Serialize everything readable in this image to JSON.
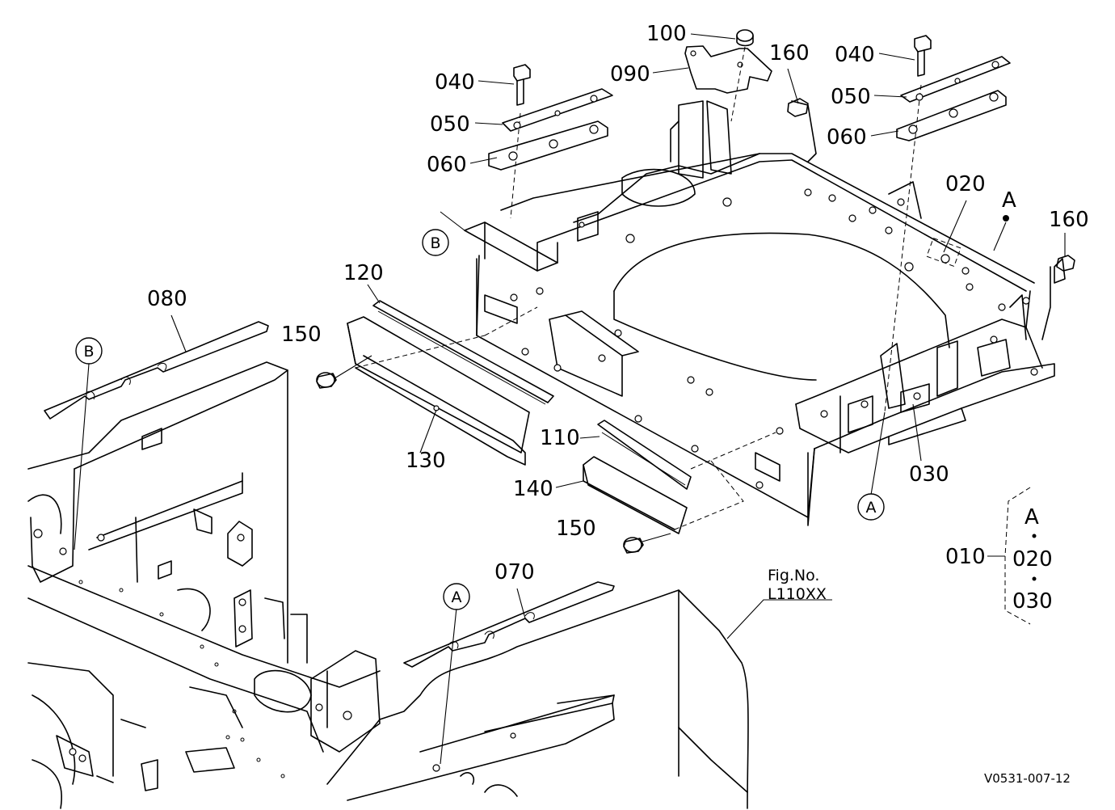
{
  "labels": {
    "p100": "100",
    "p090": "090",
    "p160_top": "160",
    "p040_left": "040",
    "p050_left": "050",
    "p060_left": "060",
    "p040_right": "040",
    "p050_right": "050",
    "p060_right": "060",
    "p020": "020",
    "ref_a_top": "A",
    "p160_right": "160",
    "ref_b_frame": "B",
    "p120": "120",
    "p080": "080",
    "ref_b_plate": "B",
    "p150_left": "150",
    "p130": "130",
    "p110": "110",
    "p140": "140",
    "p150_bottom": "150",
    "p030": "030",
    "ref_a_bottom": "A",
    "p070": "070",
    "ref_a_plate": "A"
  },
  "legend": {
    "parent": "010",
    "items": [
      "A",
      "020",
      "030"
    ]
  },
  "fig_caption": {
    "line1": "Fig.No.",
    "line2": "L110XX"
  },
  "drawing_code": "V0531-007-12"
}
